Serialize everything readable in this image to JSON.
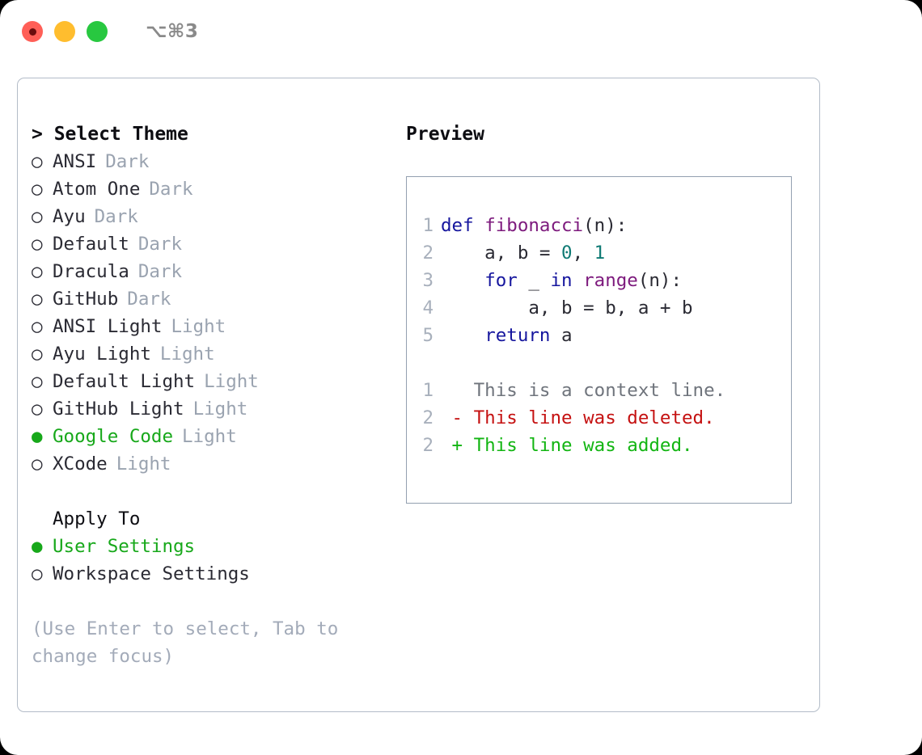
{
  "titlebar": {
    "dots": [
      {
        "name": "close-dot",
        "color": "#ff5f57"
      },
      {
        "name": "minimize-dot",
        "color": "#ffbd2e"
      },
      {
        "name": "maximize-dot",
        "color": "#28c840"
      }
    ],
    "shortcut": "⌥⌘3"
  },
  "left": {
    "heading": "> Select Theme",
    "themes": [
      {
        "marker": "○",
        "name": "ANSI",
        "badge": "Dark",
        "selected": false
      },
      {
        "marker": "○",
        "name": "Atom One",
        "badge": "Dark",
        "selected": false
      },
      {
        "marker": "○",
        "name": "Ayu",
        "badge": "Dark",
        "selected": false
      },
      {
        "marker": "○",
        "name": "Default",
        "badge": "Dark",
        "selected": false
      },
      {
        "marker": "○",
        "name": "Dracula",
        "badge": "Dark",
        "selected": false
      },
      {
        "marker": "○",
        "name": "GitHub",
        "badge": "Dark",
        "selected": false
      },
      {
        "marker": "○",
        "name": "ANSI Light",
        "badge": "Light",
        "selected": false
      },
      {
        "marker": "○",
        "name": "Ayu Light",
        "badge": "Light",
        "selected": false
      },
      {
        "marker": "○",
        "name": "Default Light",
        "badge": "Light",
        "selected": false
      },
      {
        "marker": "○",
        "name": "GitHub Light",
        "badge": "Light",
        "selected": false
      },
      {
        "marker": "●",
        "name": "Google Code",
        "badge": "Light",
        "selected": true
      },
      {
        "marker": "○",
        "name": "XCode",
        "badge": "Light",
        "selected": false
      }
    ],
    "apply_to_heading": "Apply To",
    "apply_to": [
      {
        "marker": "●",
        "name": "User Settings",
        "selected": true
      },
      {
        "marker": "○",
        "name": "Workspace Settings",
        "selected": false
      }
    ],
    "hint": "(Use Enter to select, Tab to change focus)"
  },
  "right": {
    "preview_title": "Preview",
    "code_lines": [
      {
        "number": "1",
        "tokens": [
          {
            "t": "def ",
            "c": "kw"
          },
          {
            "t": "fibonacci",
            "c": "fn"
          },
          {
            "t": "(n):",
            "c": "punc"
          }
        ]
      },
      {
        "number": "2",
        "tokens": [
          {
            "t": "    a, b = ",
            "c": "src"
          },
          {
            "t": "0",
            "c": "num"
          },
          {
            "t": ", ",
            "c": "src"
          },
          {
            "t": "1",
            "c": "num"
          }
        ]
      },
      {
        "number": "3",
        "tokens": [
          {
            "t": "    ",
            "c": "src"
          },
          {
            "t": "for",
            "c": "kw"
          },
          {
            "t": " _ ",
            "c": "src"
          },
          {
            "t": "in",
            "c": "kw"
          },
          {
            "t": " ",
            "c": "src"
          },
          {
            "t": "range",
            "c": "fn"
          },
          {
            "t": "(n):",
            "c": "punc"
          }
        ]
      },
      {
        "number": "4",
        "tokens": [
          {
            "t": "        a, b = b, a + b",
            "c": "src"
          }
        ]
      },
      {
        "number": "5",
        "tokens": [
          {
            "t": "    ",
            "c": "src"
          },
          {
            "t": "return",
            "c": "kw"
          },
          {
            "t": " a",
            "c": "src"
          }
        ]
      }
    ],
    "diff_lines": [
      {
        "number": "1",
        "marker": " ",
        "text": " This is a context line.",
        "kind": "ctx"
      },
      {
        "number": "2",
        "marker": "-",
        "text": " This line was deleted.",
        "kind": "del"
      },
      {
        "number": "2",
        "marker": "+",
        "text": " This line was added.",
        "kind": "add"
      }
    ]
  },
  "colors": {
    "accent_green": "#17a81a",
    "keyword": "#16169e",
    "function": "#7d1a7d",
    "number": "#0f7a74",
    "badge_gray": "#9aa3b0",
    "hint_gray": "#a3abb9",
    "diff_deleted": "#c51111",
    "diff_added": "#12b512",
    "diff_context": "#6f747c",
    "panel_border": "#b3bcc8",
    "code_border": "#93a0b0"
  }
}
